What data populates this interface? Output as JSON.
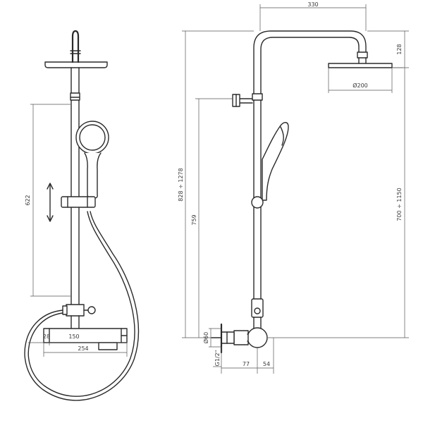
{
  "drawing": {
    "colors": {
      "line": "#2a2a2a",
      "dimension": "#555555",
      "background": "#ffffff"
    },
    "dimensions": {
      "width_330": "330",
      "height_128": "128",
      "diameter_200": "Ø200",
      "range_828_1278": "828 ÷ 1278",
      "range_700_1150": "700 ÷ 1150",
      "rail_622": "622",
      "height_759": "759",
      "width_28": "28",
      "width_150": "150",
      "width_254": "254",
      "diameter_60": "Ø60",
      "thread_g12": "G1/2\"",
      "depth_77": "77",
      "depth_54": "54"
    }
  }
}
